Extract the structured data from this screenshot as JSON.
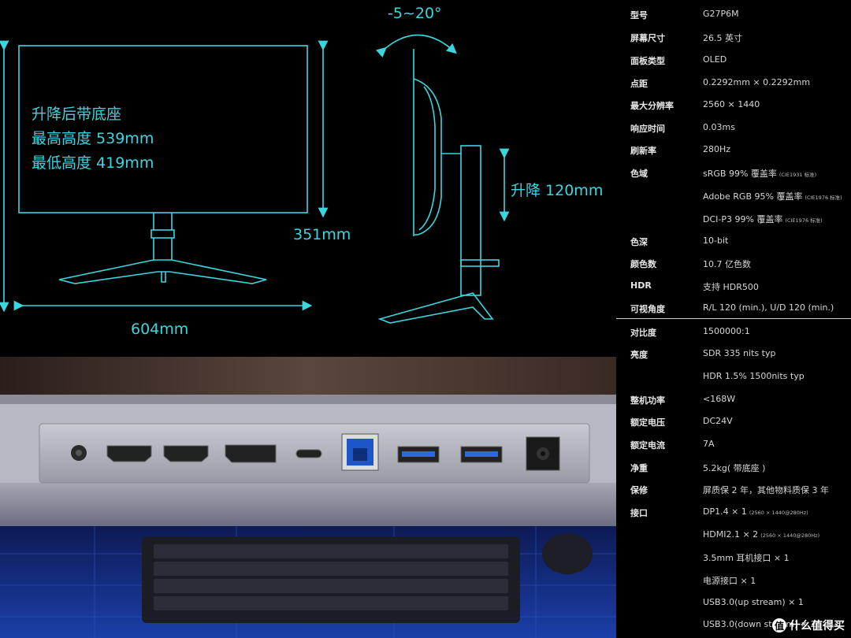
{
  "diagram": {
    "height_title": "升降后带底座",
    "max_height": "最高高度 539mm",
    "min_height": "最低高度 419mm",
    "height_351": "351mm",
    "width_604": "604mm",
    "tilt": "-5~20°",
    "lift": "升降 120mm",
    "accent_color": "#3ad6e0"
  },
  "specs": [
    {
      "label": "型号",
      "value": "G27P6M",
      "note": ""
    },
    {
      "label": "屏幕尺寸",
      "value": "26.5 英寸",
      "note": ""
    },
    {
      "label": "面板类型",
      "value": "OLED",
      "note": ""
    },
    {
      "label": "点距",
      "value": "0.2292mm × 0.2292mm",
      "note": ""
    },
    {
      "label": "最大分辨率",
      "value": "2560 × 1440",
      "note": ""
    },
    {
      "label": "响应时间",
      "value": "0.03ms",
      "note": ""
    },
    {
      "label": "刷新率",
      "value": "280Hz",
      "note": ""
    },
    {
      "label": "色域",
      "value": "sRGB 99% 覆盖率",
      "note": "(CIE1931 标准)"
    },
    {
      "label": "",
      "value": "Adobe RGB 95% 覆盖率",
      "note": "(CIE1976 标准)"
    },
    {
      "label": "",
      "value": "DCI-P3 99% 覆盖率",
      "note": "(CIE1976 标准)"
    },
    {
      "label": "色深",
      "value": "10-bit",
      "note": ""
    },
    {
      "label": "颜色数",
      "value": "10.7 亿色数",
      "note": ""
    },
    {
      "label": "HDR",
      "value": "支持 HDR500",
      "note": ""
    },
    {
      "label": "可视角度",
      "value": "R/L 120 (min.), U/D 120 (min.)",
      "note": ""
    },
    {
      "label": "对比度",
      "value": "1500000:1",
      "note": ""
    },
    {
      "label": "亮度",
      "value": "SDR 335 nits typ",
      "note": ""
    },
    {
      "label": "",
      "value": "HDR 1.5% 1500nits typ",
      "note": ""
    },
    {
      "label": "整机功率",
      "value": "<168W",
      "note": ""
    },
    {
      "label": "额定电压",
      "value": "DC24V",
      "note": ""
    },
    {
      "label": "额定电流",
      "value": "7A",
      "note": ""
    },
    {
      "label": "净重",
      "value": "5.2kg( 带底座 )",
      "note": ""
    },
    {
      "label": "保修",
      "value": "屏质保 2 年，其他物料质保 3 年",
      "note": ""
    },
    {
      "label": "接口",
      "value": "DP1.4 × 1",
      "note": "(2560 × 1440@280Hz)"
    },
    {
      "label": "",
      "value": "HDMI2.1 × 2",
      "note": "(2560 × 1440@280Hz)"
    },
    {
      "label": "",
      "value": "3.5mm 耳机接口 × 1",
      "note": ""
    },
    {
      "label": "",
      "value": "电源接口 × 1",
      "note": ""
    },
    {
      "label": "",
      "value": "USB3.0(up stream) × 1",
      "note": ""
    },
    {
      "label": "",
      "value": "USB3.0(down stream) × 2",
      "note": ""
    }
  ],
  "watermark": {
    "icon": "值",
    "text": "什么值得买"
  }
}
